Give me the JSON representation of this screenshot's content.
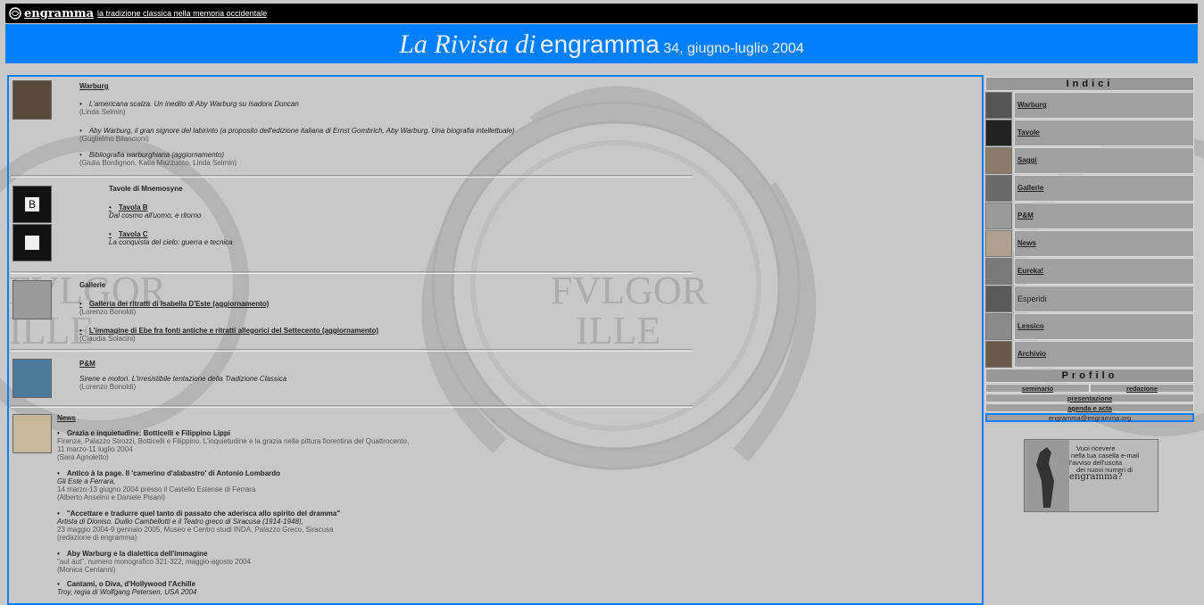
{
  "header": {
    "brand": "engramma",
    "tagline": "la tradizione classica nella memoria occidentale"
  },
  "banner": {
    "title_italic": "La Rivista di",
    "title_name": "engramma",
    "issue": "34, giugno-luglio 2004"
  },
  "watermark": {
    "motto": "FVLGOR ILLE"
  },
  "sections": {
    "warburg": {
      "title": "Warburg",
      "items": [
        {
          "title": "L'americana scalza. Un inedito di Aby Warburg su Isadora Duncan",
          "sub": "(Linda Selmin)"
        },
        {
          "title": "Aby Warburg, il gran signore del labirinto (a proposito dell'edizione italiana di Ernst Gombrich, Aby Warburg. Una biografia intellettuale)",
          "sub": "(Guglielmo Bilancioni)"
        },
        {
          "title": "Bibliografia warburghiana (aggiornamento)",
          "sub": "(Giulia Bordignon, Katia Mazzucco, Linda Selmin)"
        }
      ]
    },
    "tavole": {
      "title": "Tavole di Mnemosyne",
      "items": [
        {
          "title": "Tavola B",
          "sub": "Dal cosmo all'uomo, e ritorno"
        },
        {
          "title": "Tavola C",
          "sub": "La conquista del cielo: guerra e tecnica"
        }
      ]
    },
    "gallerie": {
      "title": "Gallerie",
      "items": [
        {
          "title": "Galleria dei ritratti di Isabella D'Este (aggiornamento)",
          "sub": "(Lorenzo Bonoldi)"
        },
        {
          "title": "L'immagine di Ebe fra fonti antiche e ritratti allegorici del Settecento (aggiornamento)",
          "sub": "(Claudia Solacini)"
        }
      ]
    },
    "pm": {
      "title": "P&M",
      "line1": "Sirene e motori. L'irresistibile tentazione della Tradizione Classica",
      "line2": "(Lorenzo Bonoldi)"
    },
    "news": {
      "title": "News",
      "items": [
        {
          "title": "Grazia e inquietudine: Botticelli e Filippino Lippi",
          "l1": "Firenze, Palazzo Strozzi, Botticelli e Filippino. L'inquietudine e la grazia nella pittura fiorentina del Quattrocento,",
          "l2": "11 marzo-11 luglio 2004",
          "l3": "(Sara Agnoletto)"
        },
        {
          "title": "Antico à la page. Il 'camerino d'alabastro' di Antonio Lombardo",
          "l1": "Gli Este a Ferrara,",
          "l2": "14 marzo-13 giugno 2004 presso il Castello Estense di Ferrara",
          "l3": "(Alberto Anselmi e Daniele Pisani)"
        },
        {
          "title": "\"Accettare e tradurre quel tanto di passato che aderisca allo spirito del dramma\"",
          "l1": "Artista di Dioniso. Duilio Cambellotti e il Teatro greco di Siracusa (1914-1948),",
          "l2": "23 maggio 2004-9 gennaio 2005, Museo e Centro studi INDA, Palazzo Greco, Siracusa",
          "l3": "(redazione di engramma)"
        },
        {
          "title": "Aby Warburg e la dialettica dell'immagine",
          "l1": "\"aut aut\", numero monografico 321-322, maggio-agosto 2004",
          "l2": "(Monica Centanni)",
          "l3": ""
        },
        {
          "title": "Cantami, o Diva, d'Hollywood l'Achille",
          "l1": "Troy, regia di Wolfgang Petersen, USA 2004",
          "l2": "",
          "l3": ""
        }
      ]
    }
  },
  "sidebar": {
    "indici_title": "Indici",
    "indici": [
      "Warburg",
      "Tavole",
      "Saggi",
      "Gallerie",
      "P&M",
      "News",
      "Eureka!",
      "Esperidi",
      "Lessico",
      "Archivio"
    ],
    "profilo_title": "Profilo",
    "profilo": {
      "seminario": "seminario",
      "redazione": "redazione",
      "presentazione": "presentazione",
      "agenda": "agenda e acta",
      "email": "engramma@engramma.org"
    },
    "promo": {
      "line1": "Vuoi ricevere",
      "line2": "nella tua casella e-mail",
      "line3": "l'avviso dell'uscita",
      "line4": "dei nuovi numeri di",
      "brand": "engramma?"
    }
  }
}
